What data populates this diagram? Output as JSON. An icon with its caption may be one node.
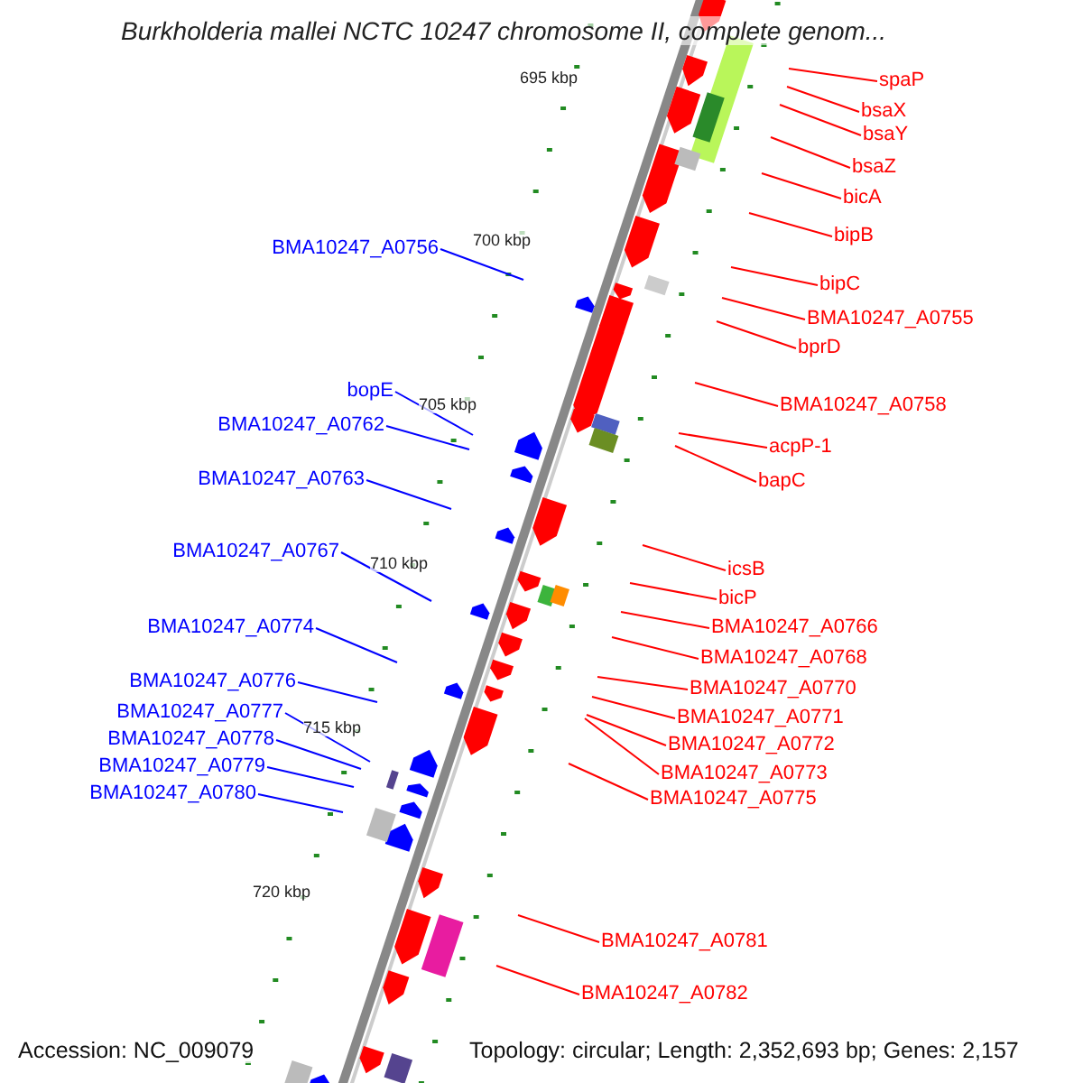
{
  "diagram": {
    "title": "Burkholderia mallei NCTC 10247 chromosome II, complete genom...",
    "nodes": [
      {
        "text": [
          "spaP"
        ]
      },
      {
        "text": [
          "bsaX"
        ]
      },
      {
        "text": [
          "bsaY"
        ]
      },
      {
        "text": [
          "bsaZ"
        ]
      },
      {
        "text": [
          "bicA"
        ]
      },
      {
        "text": [
          "bipB"
        ]
      },
      {
        "text": [
          "bipC"
        ]
      },
      {
        "text": [
          "BMA10247_A0755"
        ]
      },
      {
        "text": [
          "bprD"
        ]
      },
      {
        "text": [
          "BMA10247_A0758"
        ]
      },
      {
        "text": [
          "acpP-1"
        ]
      },
      {
        "text": [
          "bapC"
        ]
      },
      {
        "text": [
          "icsB"
        ]
      },
      {
        "text": [
          "bicP"
        ]
      },
      {
        "text": [
          "BMA10247_A0766"
        ]
      },
      {
        "text": [
          "BMA10247_A0768"
        ]
      },
      {
        "text": [
          "BMA10247_A0770"
        ]
      },
      {
        "text": [
          "BMA10247_A0771"
        ]
      },
      {
        "text": [
          "BMA10247_A0772"
        ]
      },
      {
        "text": [
          "BMA10247_A0773"
        ]
      },
      {
        "text": [
          "BMA10247_A0775"
        ]
      },
      {
        "text": [
          "BMA10247_A0781"
        ]
      },
      {
        "text": [
          "BMA10247_A0782"
        ]
      },
      {
        "text": [
          "BMA10247_A0756"
        ]
      },
      {
        "text": [
          "bopE"
        ]
      },
      {
        "text": [
          "BMA10247_A0762"
        ]
      },
      {
        "text": [
          "BMA10247_A0763"
        ]
      },
      {
        "text": [
          "BMA10247_A0767"
        ]
      },
      {
        "text": [
          "BMA10247_A0774"
        ]
      },
      {
        "text": [
          "BMA10247_A0776"
        ]
      },
      {
        "text": [
          "BMA10247_A0777"
        ]
      },
      {
        "text": [
          "BMA10247_A0778"
        ]
      },
      {
        "text": [
          "BMA10247_A0779"
        ]
      },
      {
        "text": [
          "BMA10247_A0780"
        ]
      }
    ],
    "edges": [
      {
        "from": 0,
        "to": null,
        "arrow": "none"
      },
      {
        "from": 1,
        "to": null,
        "arrow": "none"
      },
      {
        "from": 2,
        "to": null,
        "arrow": "none"
      },
      {
        "from": 3,
        "to": null,
        "arrow": "none"
      },
      {
        "from": 4,
        "to": null,
        "arrow": "none"
      },
      {
        "from": 5,
        "to": null,
        "arrow": "none"
      },
      {
        "from": 6,
        "to": null,
        "arrow": "none"
      },
      {
        "from": 7,
        "to": null,
        "arrow": "none"
      },
      {
        "from": 8,
        "to": null,
        "arrow": "none"
      },
      {
        "from": 9,
        "to": null,
        "arrow": "none"
      },
      {
        "from": 10,
        "to": null,
        "arrow": "none"
      },
      {
        "from": 11,
        "to": null,
        "arrow": "none"
      },
      {
        "from": 12,
        "to": null,
        "arrow": "none"
      },
      {
        "from": 13,
        "to": null,
        "arrow": "none"
      },
      {
        "from": 14,
        "to": null,
        "arrow": "none"
      },
      {
        "from": 15,
        "to": null,
        "arrow": "none"
      },
      {
        "from": 16,
        "to": null,
        "arrow": "none"
      },
      {
        "from": 17,
        "to": null,
        "arrow": "none"
      },
      {
        "from": 18,
        "to": null,
        "arrow": "none"
      },
      {
        "from": 19,
        "to": null,
        "arrow": "none"
      },
      {
        "from": 20,
        "to": null,
        "arrow": "none"
      },
      {
        "from": 21,
        "to": null,
        "arrow": "none"
      },
      {
        "from": 22,
        "to": null,
        "arrow": "none"
      },
      {
        "from": 23,
        "to": null,
        "arrow": "none",
        "color": "#0000ff"
      },
      {
        "from": 24,
        "to": null,
        "arrow": "none",
        "color": "#0000ff"
      },
      {
        "from": 25,
        "to": null,
        "arrow": "none",
        "color": "#0000ff"
      },
      {
        "from": 26,
        "to": null,
        "arrow": "none",
        "color": "#0000ff"
      },
      {
        "from": 27,
        "to": null,
        "arrow": "none",
        "color": "#0000ff"
      },
      {
        "from": 28,
        "to": null,
        "arrow": "none",
        "color": "#0000ff"
      },
      {
        "from": 29,
        "to": null,
        "arrow": "none",
        "color": "#0000ff"
      },
      {
        "from": 30,
        "to": null,
        "arrow": "none",
        "color": "#0000ff"
      },
      {
        "from": 31,
        "to": null,
        "arrow": "none",
        "color": "#0000ff"
      },
      {
        "from": 32,
        "to": null,
        "arrow": "none",
        "color": "#0000ff"
      },
      {
        "from": 33,
        "to": null,
        "arrow": "none",
        "color": "#0000ff"
      }
    ],
    "labels": [
      "695 kbp",
      "700 kbp",
      "705 kbp",
      "710 kbp",
      "715 kbp",
      "720 kbp",
      "Accession: NC_009079",
      "Topology: circular; Length: 2,352,693 bp; Genes: 2,157"
    ]
  }
}
